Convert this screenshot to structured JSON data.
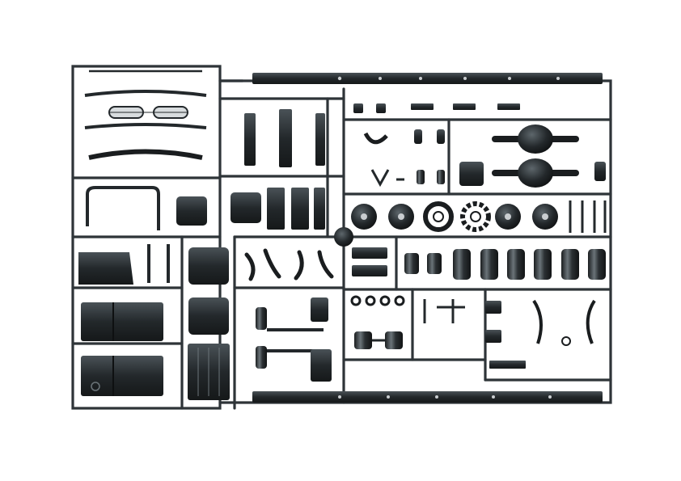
{
  "scene": {
    "subject": "model-kit-sprue",
    "background_color": "#ffffff",
    "plastic_color": "#2a2f33",
    "highlight_color": "#8d959b"
  },
  "icons": [
    "sprue-frame",
    "chassis-rail",
    "wheel-hub",
    "brake-drum",
    "axle-housing",
    "fuel-tank",
    "cab-step",
    "leaf-spring"
  ]
}
